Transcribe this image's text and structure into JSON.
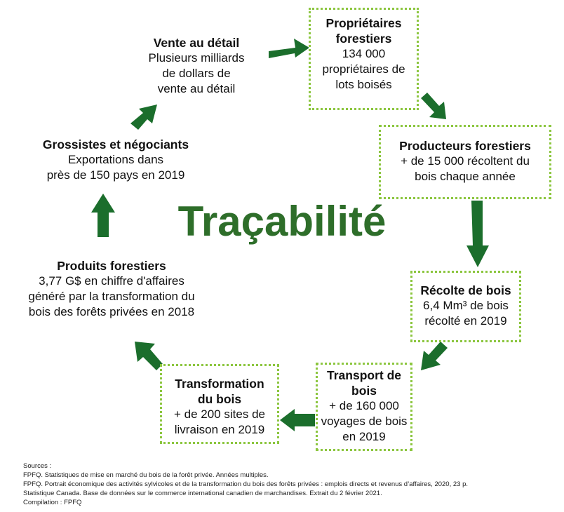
{
  "diagram": {
    "title": "Traçabilité",
    "nodes": [
      {
        "id": "proprietaires",
        "title": "Propriétaires\nforestiers",
        "desc": "134 000\npropriétaires de\nlots boisés"
      },
      {
        "id": "producteurs",
        "title": "Producteurs forestiers",
        "desc": "+ de 15 000 récoltent du\nbois chaque année"
      },
      {
        "id": "recolte",
        "title": "Récolte de bois",
        "desc": "6,4 Mm³ de bois\nrécolté en 2019"
      },
      {
        "id": "transport",
        "title": "Transport de\nbois",
        "desc": "+ de 160 000\nvoyages de bois\nen 2019"
      },
      {
        "id": "transformation",
        "title": "Transformation\ndu bois",
        "desc": "+ de 200 sites de\nlivraison en 2019"
      },
      {
        "id": "produits",
        "title": "Produits forestiers",
        "desc": "3,77 G$ en chiffre d'affaires\ngénéré par la transformation du\nbois des forêts privées en 2018"
      },
      {
        "id": "grossistes",
        "title": "Grossistes et négociants",
        "desc": "Exportations dans\nprès de 150 pays en 2019"
      },
      {
        "id": "vente",
        "title": "Vente au détail",
        "desc": "Plusieurs milliards\nde dollars de\nvente au détail"
      }
    ]
  },
  "colors": {
    "arrow": "#1b6e2c",
    "box_border": "#8cc63f",
    "title": "#2e6e2a"
  },
  "sources": [
    "Sources :",
    "FPFQ. Statistiques de mise en marché du bois de la forêt privée. Années multiples.",
    "FPFQ. Portrait économique des activités sylvicoles et de la transformation du bois des forêts privées : emplois directs et revenus d’affaires, 2020, 23 p.",
    "Statistique Canada. Base de données sur le commerce international canadien de marchandises. Extrait du 2 février 2021.",
    "Compilation : FPFQ"
  ]
}
